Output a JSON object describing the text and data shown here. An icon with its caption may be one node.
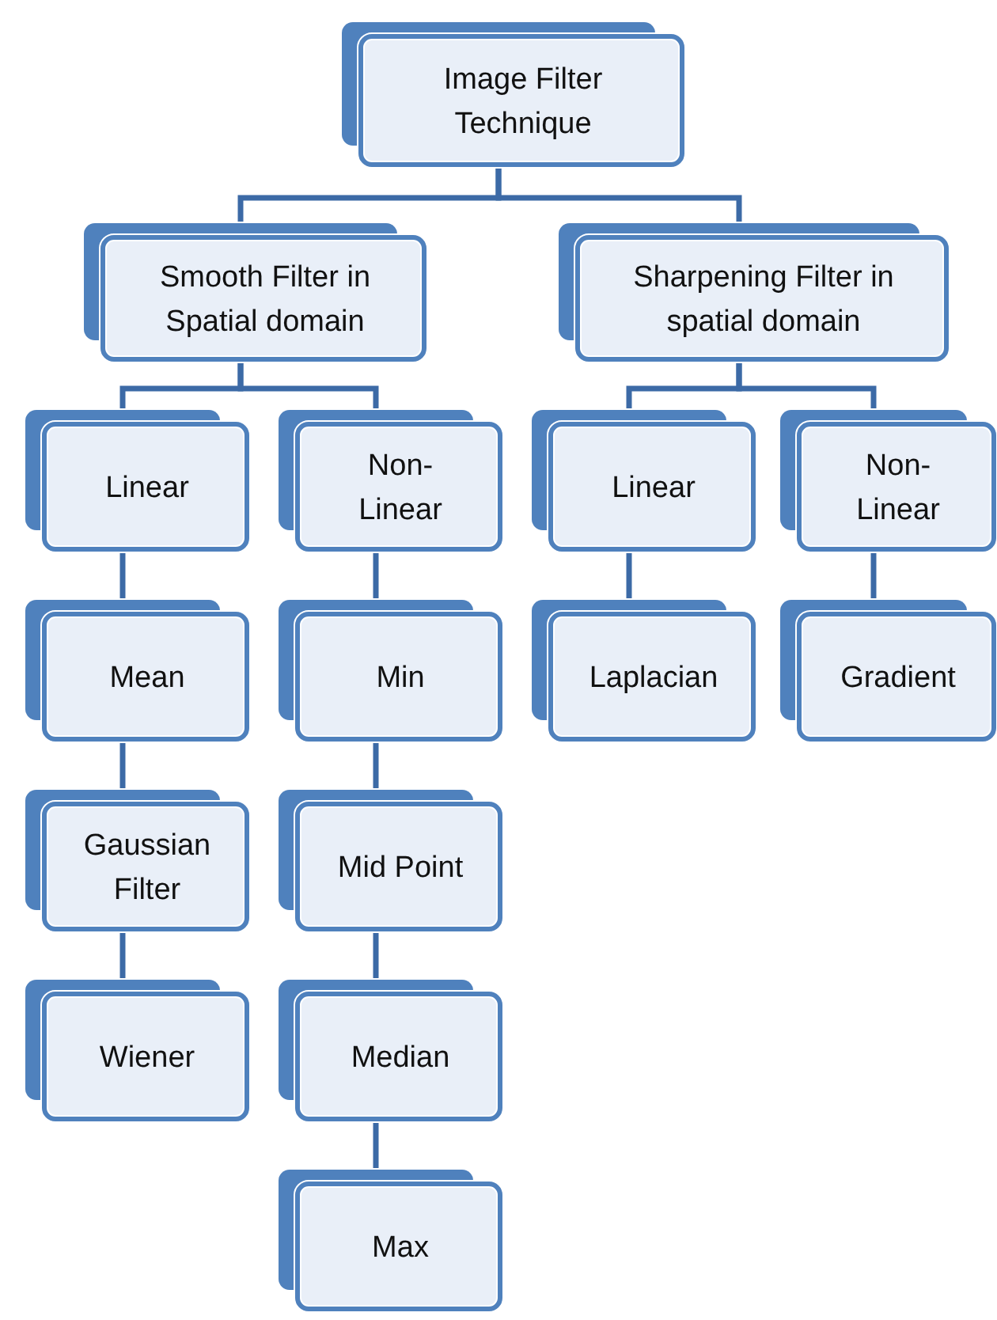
{
  "diagram": {
    "nodes": [
      {
        "text": [
          "Image Filter Technique"
        ]
      },
      {
        "text": [
          "Smooth Filter in Spatial domain"
        ]
      },
      {
        "text": [
          "Sharpening Filter in spatial domain"
        ]
      },
      {
        "text": [
          "Linear"
        ]
      },
      {
        "text": [
          "Non-Linear"
        ]
      },
      {
        "text": [
          "Linear"
        ]
      },
      {
        "text": [
          "Non-Linear"
        ]
      },
      {
        "text": [
          "Mean"
        ]
      },
      {
        "text": [
          "Min"
        ]
      },
      {
        "text": [
          "Laplacian"
        ]
      },
      {
        "text": [
          "Gradient"
        ]
      },
      {
        "text": [
          "Gaussian Filter"
        ]
      },
      {
        "text": [
          "Mid Point"
        ]
      },
      {
        "text": [
          "Wiener"
        ]
      },
      {
        "text": [
          "Median"
        ]
      },
      {
        "text": [
          "Max"
        ]
      }
    ],
    "edges": [
      {
        "from": 0,
        "to": 1,
        "arrow": "none"
      },
      {
        "from": 0,
        "to": 2,
        "arrow": "none"
      },
      {
        "from": 1,
        "to": 3,
        "arrow": "none"
      },
      {
        "from": 1,
        "to": 4,
        "arrow": "none"
      },
      {
        "from": 2,
        "to": 5,
        "arrow": "none"
      },
      {
        "from": 2,
        "to": 6,
        "arrow": "none"
      },
      {
        "from": 3,
        "to": 7,
        "arrow": "none"
      },
      {
        "from": 7,
        "to": 11,
        "arrow": "none"
      },
      {
        "from": 11,
        "to": 13,
        "arrow": "none"
      },
      {
        "from": 4,
        "to": 8,
        "arrow": "none"
      },
      {
        "from": 8,
        "to": 12,
        "arrow": "none"
      },
      {
        "from": 12,
        "to": 14,
        "arrow": "none"
      },
      {
        "from": 14,
        "to": 15,
        "arrow": "none"
      },
      {
        "from": 5,
        "to": 9,
        "arrow": "none"
      },
      {
        "from": 6,
        "to": 10,
        "arrow": "none"
      }
    ]
  }
}
